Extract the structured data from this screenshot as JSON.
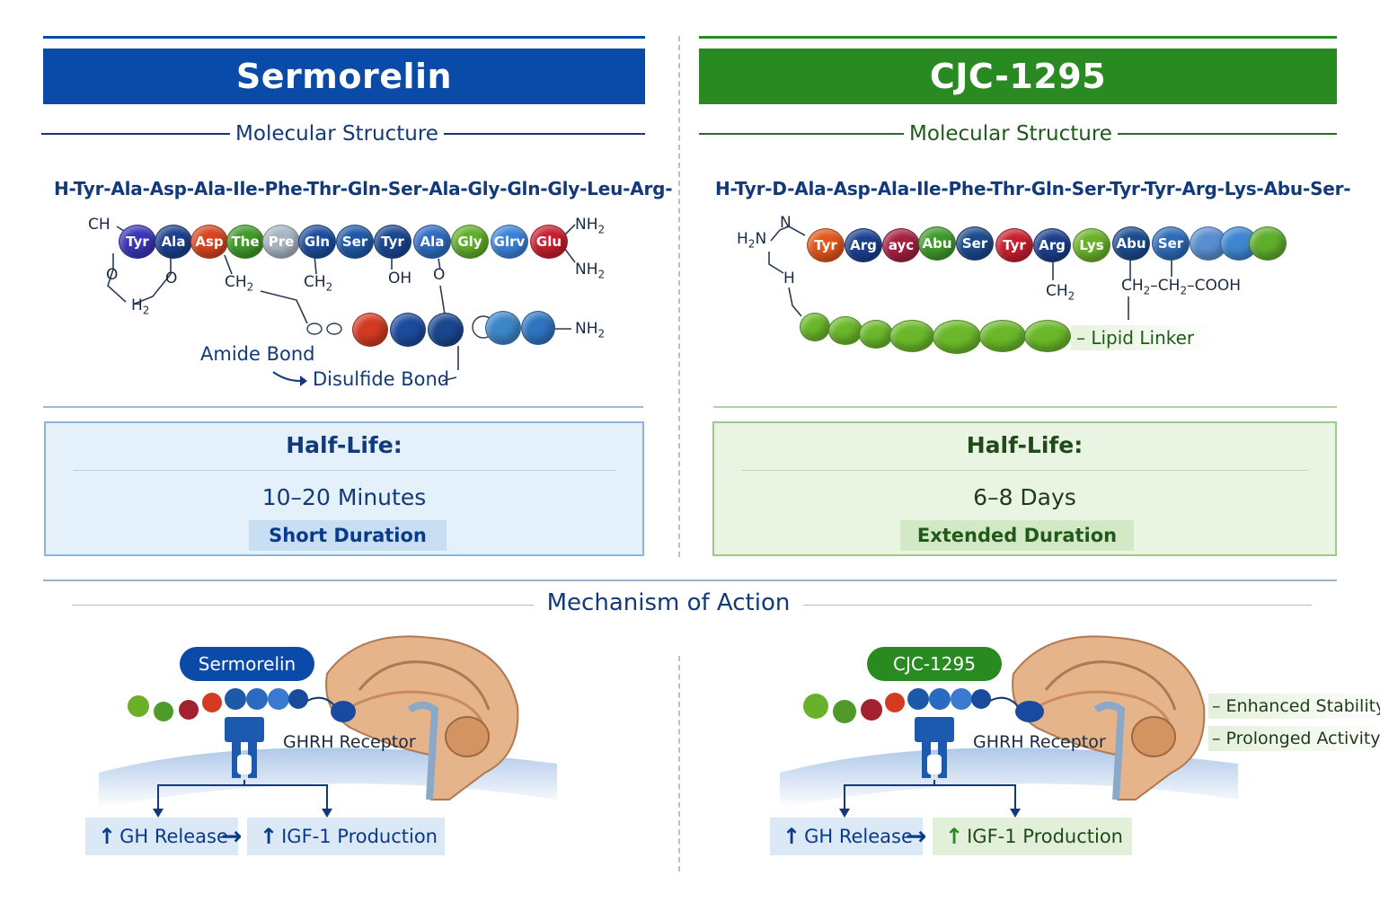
{
  "left": {
    "title": "Sermorelin",
    "section_title": "Molecular Structure",
    "sequence": "H-Tyr-Ala-Asp-Ala-Ile-Phe-Thr-Gln-Ser-Ala-Gly-Gln-Gly-Leu-Arg-",
    "beads": [
      "Tyr",
      "Ala",
      "Asp",
      "The",
      "Pre",
      "Gln",
      "Ser",
      "Tyr",
      "Ala",
      "Gly",
      "Glrv",
      "Glu"
    ],
    "chem": {
      "ch": "CH",
      "nh2_a": "NH",
      "nh2_b": "NH",
      "nh2_c": "NH",
      "ch2_a": "CH",
      "ch2_b": "CH",
      "h2": "H",
      "oh": "OH",
      "o_a": "O",
      "o_b": "O",
      "o_c": "O",
      "sub2": "2"
    },
    "amide_bond": "Amide Bond",
    "disulfide_bond": "Disulfide Bond",
    "half_life_title": "Half-Life:",
    "half_life_value": "10–20 Minutes",
    "duration_tag": "Short Duration",
    "colors": {
      "primary": "#0a4aa8",
      "box_bg": "#e4f0fa",
      "box_border": "#8fb4dc",
      "tag_bg": "#c8def3"
    }
  },
  "right": {
    "title": "CJC-1295",
    "section_title": "Molecular Structure",
    "sequence": "H-Tyr-D-Ala-Asp-Ala-Ile-Phe-Thr-Gln-Ser-Tyr-Tyr-Arg-Lys-Abu-Ser-",
    "beads": [
      "Tyr",
      "Arg",
      "ayc",
      "Abu",
      "Ser",
      "Tyr",
      "Arg",
      "Lys",
      "Abu",
      "Ser"
    ],
    "chem": {
      "h2n_h": "H",
      "h2n_n": "N",
      "n": "N",
      "h": "H",
      "ch2": "CH",
      "cooh": "CH",
      "cooh_mid": "–CH",
      "cooh_end": "–COOH",
      "sub2": "2"
    },
    "lipid_linker": "Lipid Linker",
    "half_life_title": "Half-Life:",
    "half_life_value": "6–8 Days",
    "duration_tag": "Extended Duration",
    "colors": {
      "primary": "#2a8a22",
      "box_bg": "#e9f4e2",
      "box_border": "#9cc98c",
      "tag_bg": "#d3e9c6"
    }
  },
  "mechanism": {
    "title": "Mechanism of Action",
    "left": {
      "pill": "Sermorelin",
      "receptor": "GHRH Receptor",
      "gh_release": "GH Release",
      "igf_production": "IGF-1 Production"
    },
    "right": {
      "pill": "CJC-1295",
      "receptor": "GHRH Receptor",
      "gh_release": "GH Release",
      "igf_production": "IGF-1 Production",
      "benefits": [
        "Enhanced Stability",
        "Prolonged Activity"
      ]
    }
  },
  "icons": [
    "arrow-up-icon",
    "arrow-right-icon",
    "brain-icon",
    "receptor-icon",
    "peptide-chain-icon"
  ]
}
